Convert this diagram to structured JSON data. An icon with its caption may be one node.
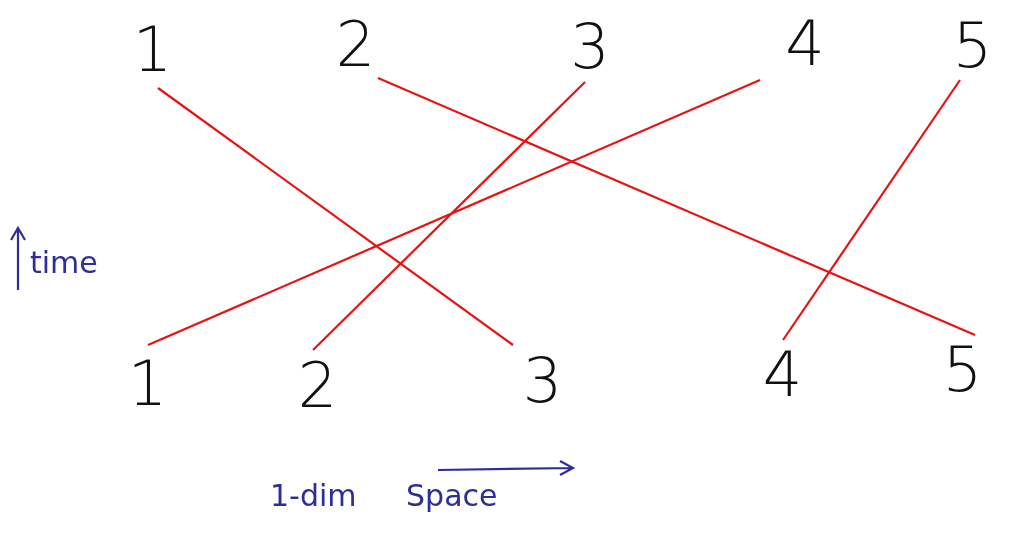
{
  "diagram": {
    "nodes": [
      {
        "text": [
          "1"
        ]
      },
      {
        "text": [
          "2"
        ]
      },
      {
        "text": [
          "3"
        ]
      },
      {
        "text": [
          "4"
        ]
      },
      {
        "text": [
          "5"
        ]
      },
      {
        "text": [
          "1"
        ]
      },
      {
        "text": [
          "2"
        ]
      },
      {
        "text": [
          "3"
        ]
      },
      {
        "text": [
          "4"
        ]
      },
      {
        "text": [
          "5"
        ]
      }
    ],
    "edges": [
      {
        "from": 0,
        "to": 7,
        "arrow": "none"
      },
      {
        "from": 1,
        "to": 9,
        "arrow": "none"
      },
      {
        "from": 2,
        "to": 6,
        "arrow": "none"
      },
      {
        "from": 3,
        "to": 5,
        "arrow": "none"
      },
      {
        "from": 4,
        "to": 8,
        "arrow": "none"
      }
    ],
    "labels": [
      "time",
      "1-dim Space"
    ]
  }
}
